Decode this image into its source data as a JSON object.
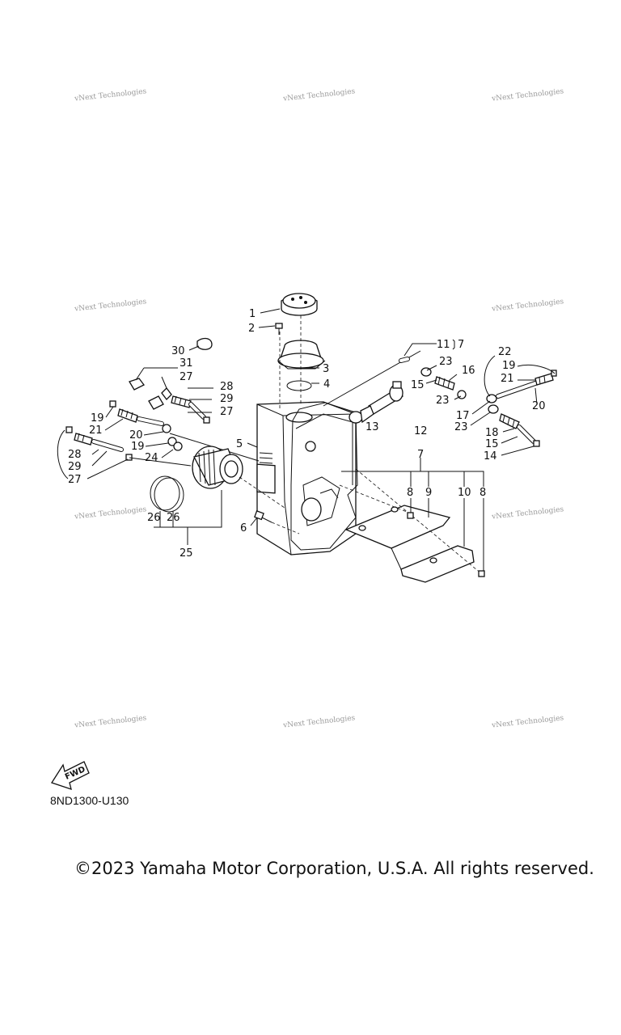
{
  "watermark_text": "vNext Technologies",
  "diagram_code": "8ND1300-U130",
  "copyright": "©2023 Yamaha Motor Corporation, U.S.A. All rights reserved.",
  "fwd_label": "FWD",
  "callouts": {
    "n1": "1",
    "n2": "2",
    "n3": "3",
    "n4": "4",
    "n5": "5",
    "n6": "6",
    "n7a": "7",
    "n7b": "7",
    "n8a": "8",
    "n8b": "8",
    "n9": "9",
    "n10": "10",
    "n11": "11",
    "n12": "12",
    "n13": "13",
    "n14": "14",
    "n15a": "15",
    "n15b": "15",
    "n16": "16",
    "n17": "17",
    "n18": "18",
    "n19a": "19",
    "n19b": "19",
    "n19c": "19",
    "n20a": "20",
    "n20b": "20",
    "n21a": "21",
    "n21b": "21",
    "n22": "22",
    "n23a": "23",
    "n23b": "23",
    "n23c": "23",
    "n24": "24",
    "n25": "25",
    "n26a": "26",
    "n26b": "26",
    "n27a": "27",
    "n27b": "27",
    "n27c": "27",
    "n28a": "28",
    "n28b": "28",
    "n29a": "29",
    "n29b": "29",
    "n30": "30",
    "n31": "31"
  }
}
